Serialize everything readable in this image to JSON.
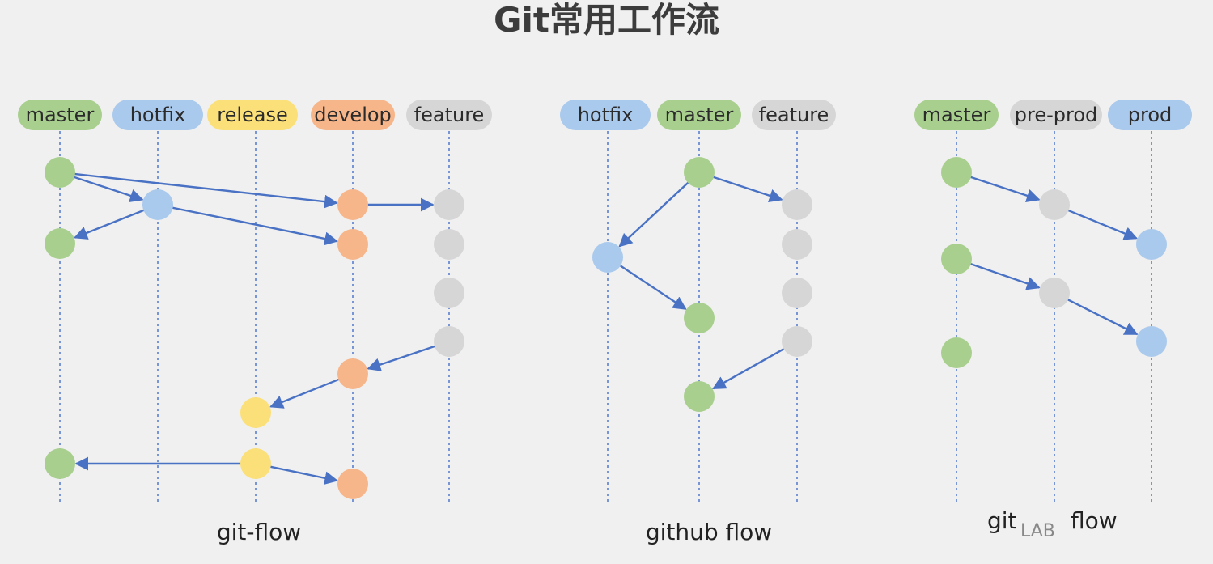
{
  "title": "Git常用工作流",
  "colors": {
    "master": "#a8cf8e",
    "hotfix": "#a9c9ed",
    "release": "#fbe07a",
    "develop": "#f7b58a",
    "feature": "#d6d6d6",
    "arrow": "#4a72c4",
    "lane": "#5b7fd0"
  },
  "diagrams": [
    {
      "caption": "git-flow",
      "branches": [
        {
          "label": "master",
          "color": "master"
        },
        {
          "label": "hotfix",
          "color": "hotfix"
        },
        {
          "label": "release",
          "color": "release"
        },
        {
          "label": "develop",
          "color": "develop"
        },
        {
          "label": "feature",
          "color": "feature"
        }
      ]
    },
    {
      "caption": "github flow",
      "branches": [
        {
          "label": "hotfix",
          "color": "hotfix"
        },
        {
          "label": "master",
          "color": "master"
        },
        {
          "label": "feature",
          "color": "feature"
        }
      ]
    },
    {
      "caption_prefix": "git",
      "caption_suffix": "flow",
      "watermark": "LAB",
      "branches": [
        {
          "label": "master",
          "color": "master"
        },
        {
          "label": "pre-prod",
          "color": "feature"
        },
        {
          "label": "prod",
          "color": "hotfix"
        }
      ]
    }
  ]
}
